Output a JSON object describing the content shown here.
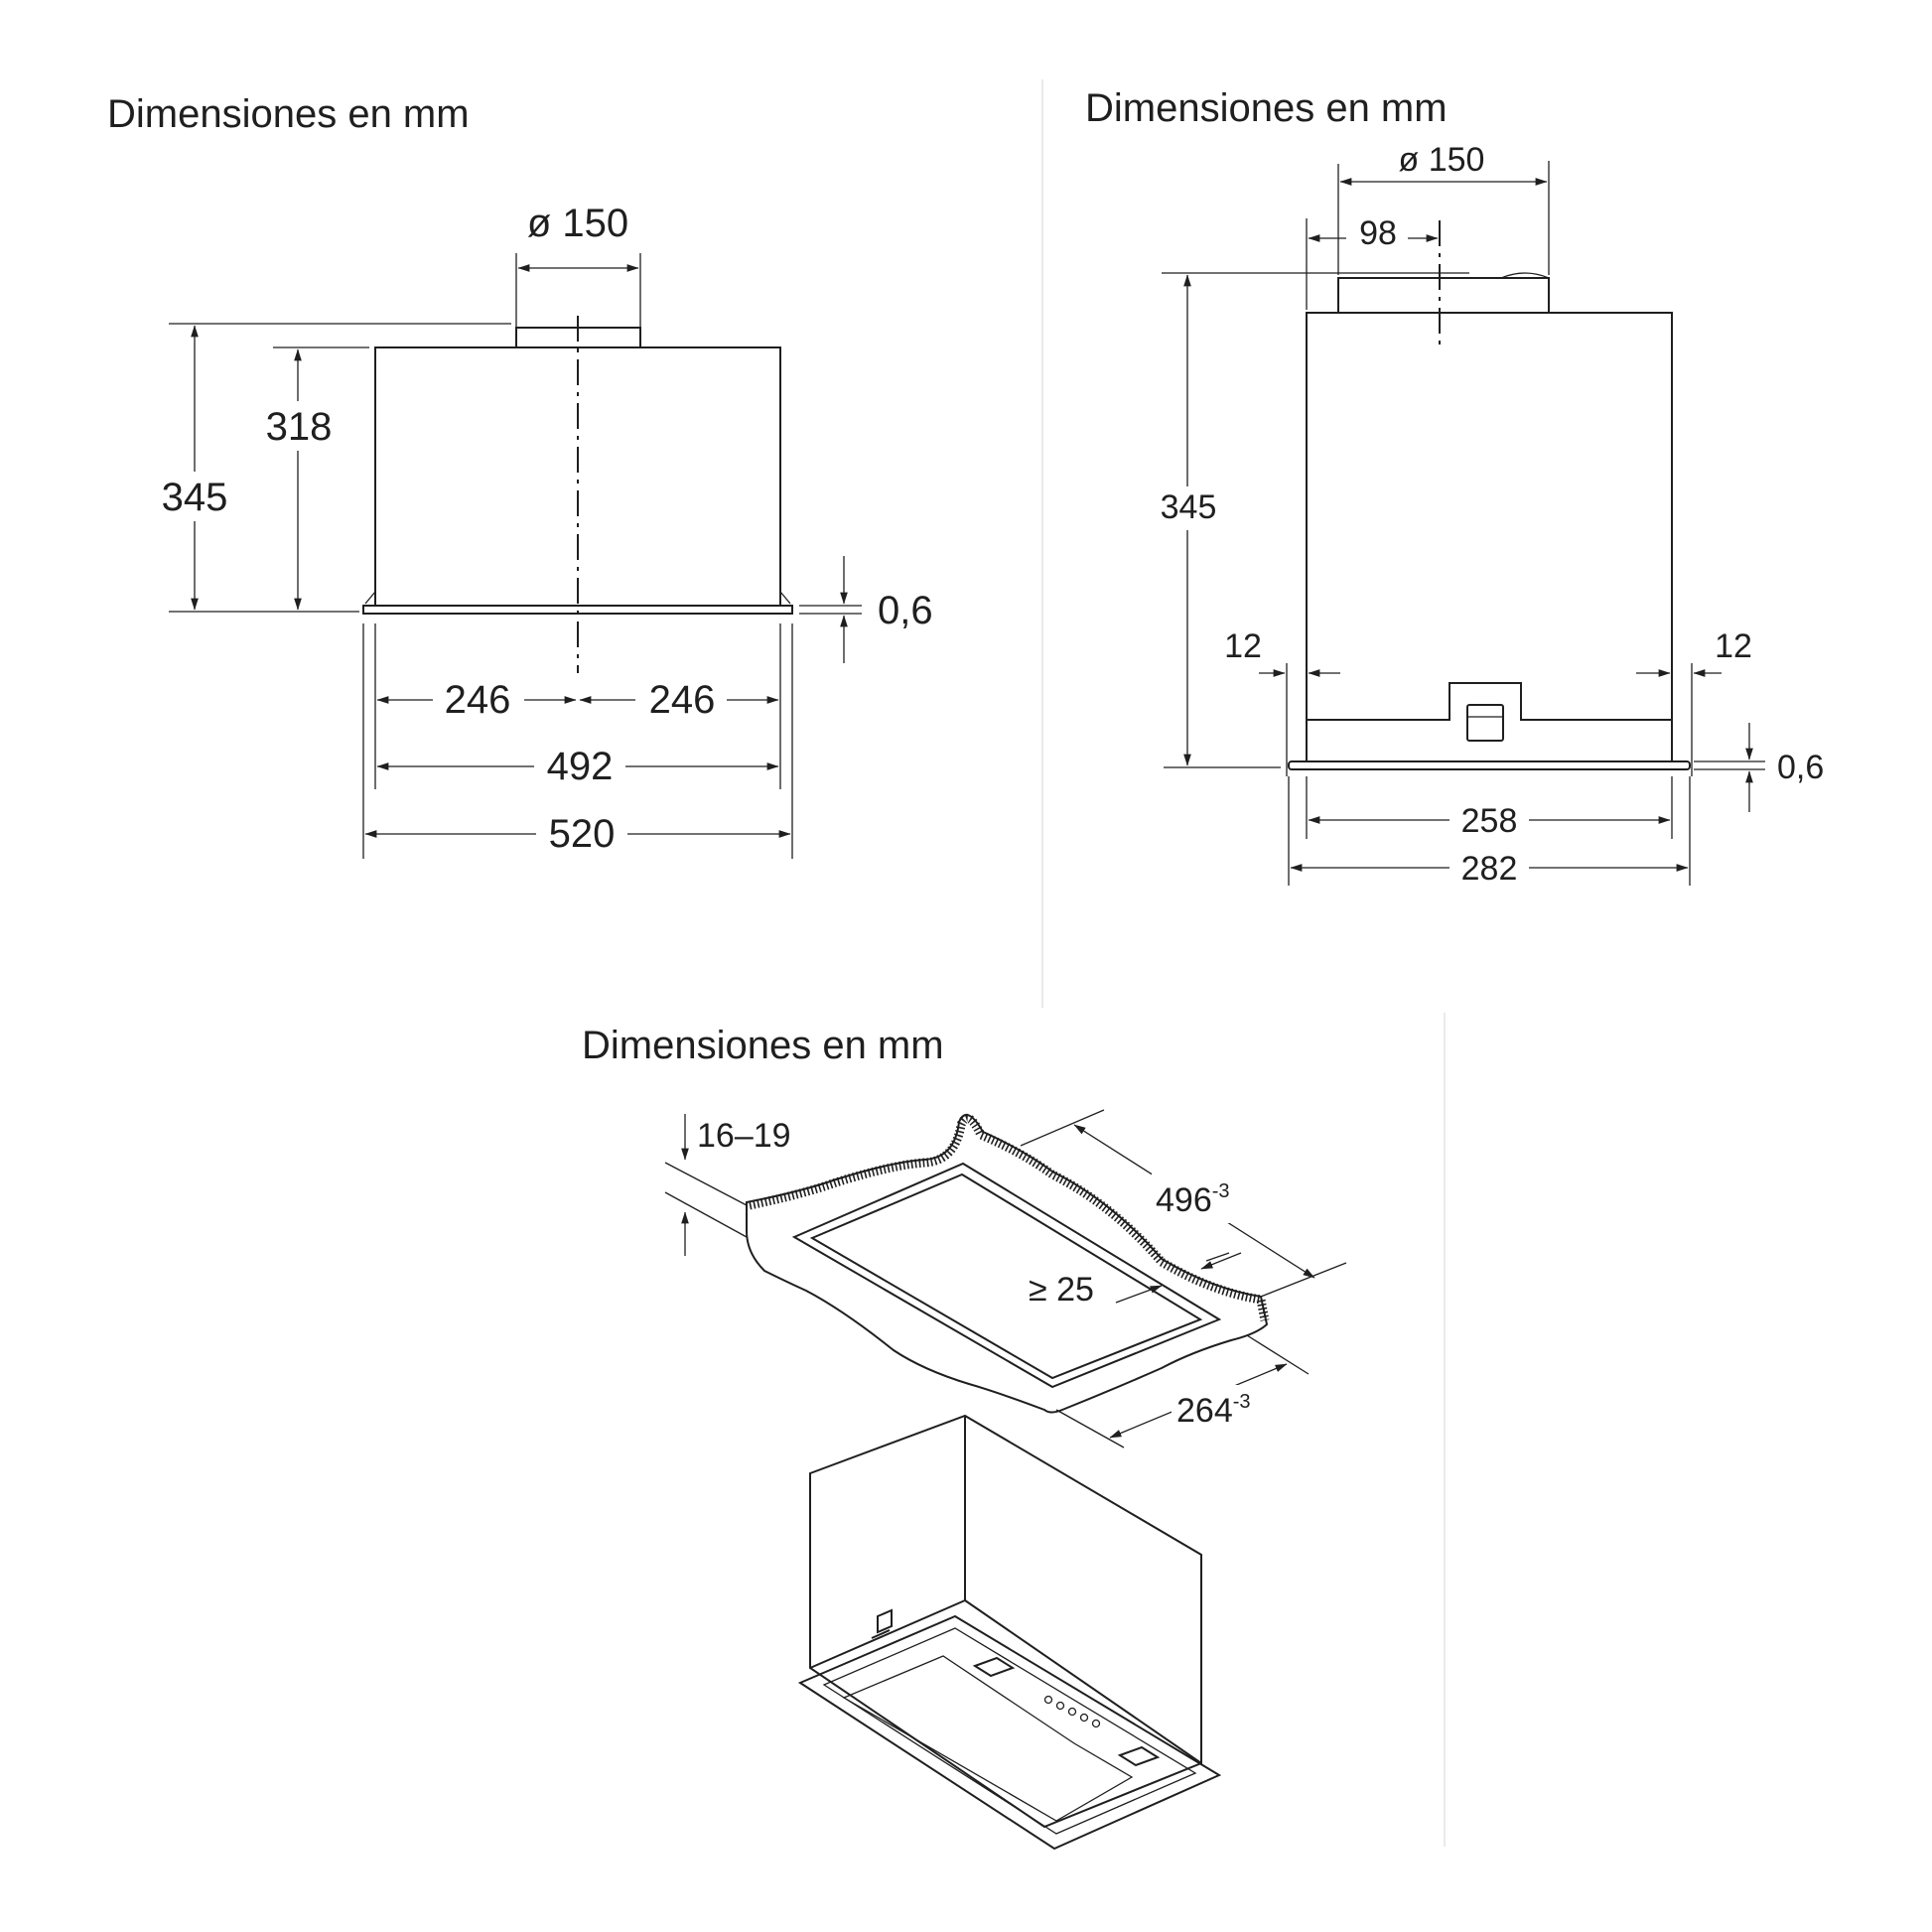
{
  "views": {
    "front": {
      "title": "Dimensiones en mm",
      "duct_diameter": "ø 150",
      "total_height": "345",
      "body_height": "318",
      "frame_thickness": "0,6",
      "half_width_left": "246",
      "half_width_right": "246",
      "body_width": "492",
      "frame_width": "520"
    },
    "side": {
      "title": "Dimensiones en mm",
      "duct_diameter": "ø 150",
      "duct_offset": "98",
      "total_height": "345",
      "inset_left": "12",
      "inset_right": "12",
      "frame_thickness": "0,6",
      "body_depth": "258",
      "frame_depth": "282"
    },
    "cutout": {
      "title": "Dimensiones en mm",
      "cabinet_thickness": "16–19",
      "cutout_width": "496",
      "cutout_width_tolerance": "-3",
      "cutout_depth": "264",
      "cutout_depth_tolerance": "-3",
      "min_edge": "≥ 25"
    }
  },
  "colors": {
    "ink": "#1f1f1f",
    "divider": "#e4e4e4",
    "background": "#ffffff"
  },
  "icons": [
    "arrowhead-icon",
    "connector-icon",
    "control-buttons-icon",
    "light-icon"
  ]
}
